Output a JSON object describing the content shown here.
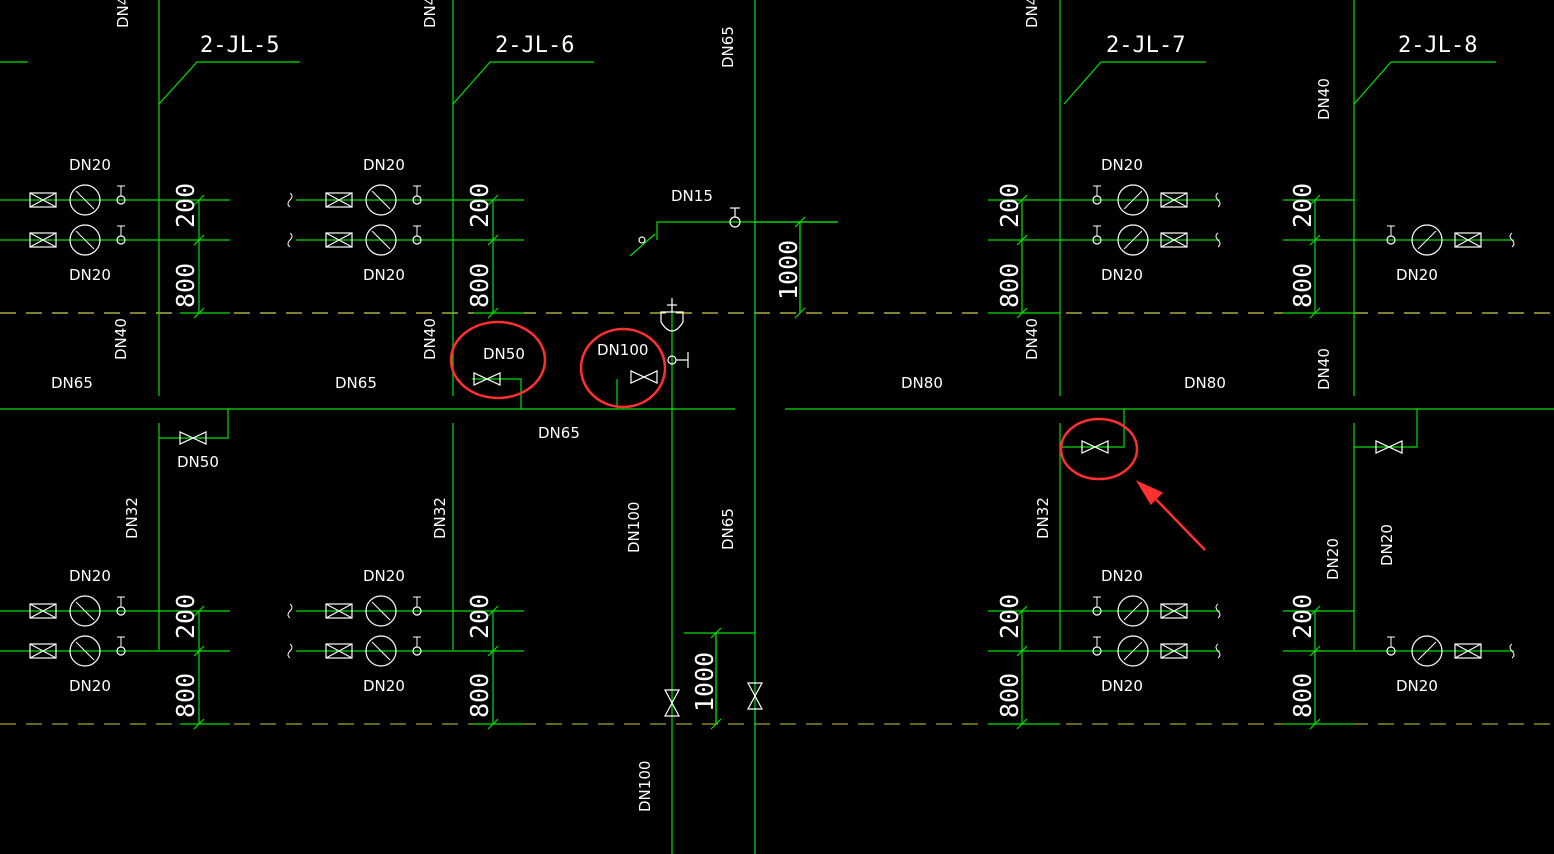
{
  "colors": {
    "background": "#000000",
    "pipe": "#00e000",
    "text": "#ffffff",
    "floor_line_upper": "#ffff66",
    "floor_line_lower": "#cccc33",
    "highlight": "#ff3030"
  },
  "risers": {
    "r5": "2-JL-5",
    "r6": "2-JL-6",
    "r7": "2-JL-7",
    "r8": "2-JL-8"
  },
  "labels": {
    "dn20": "DN20",
    "dn15": "DN15",
    "dn32": "DN32",
    "dn40": "DN40",
    "dn50": "DN50",
    "dn65": "DN65",
    "dn80": "DN80",
    "dn100": "DN100",
    "dn4_cut": "DN4",
    "d200": "200",
    "d800": "800",
    "d1000": "1000"
  },
  "highlights": [
    "DN50",
    "DN100"
  ]
}
